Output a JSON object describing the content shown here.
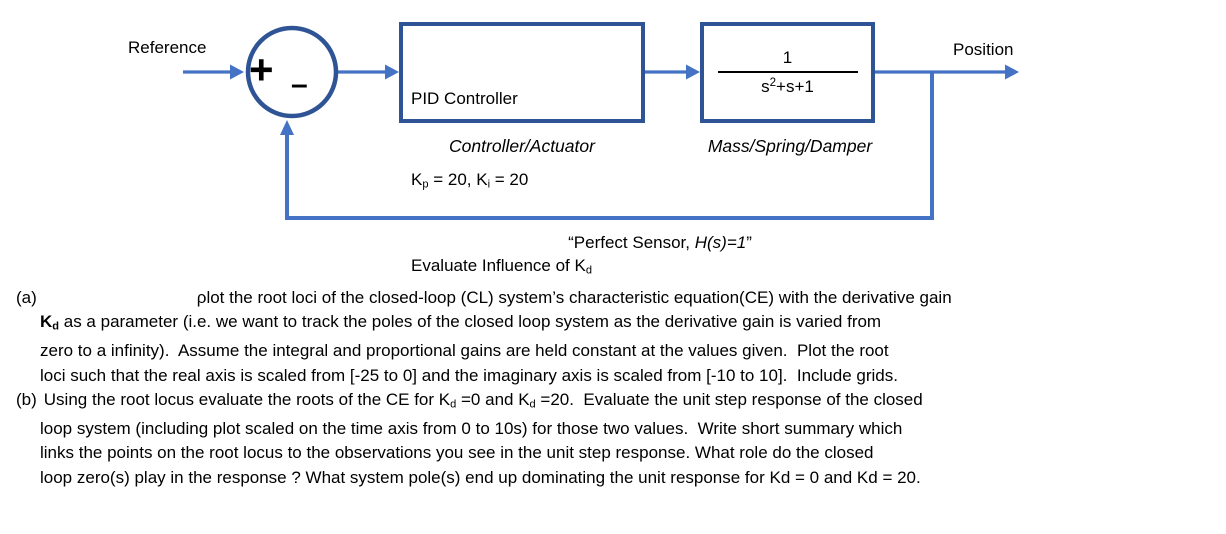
{
  "colors": {
    "connector-blue": "#4472C4",
    "border-blue": "#2F5496",
    "ink": "#000000",
    "paper": "#ffffff"
  },
  "diagram": {
    "reference_label": "Reference",
    "position_label": "Position",
    "summing_junction": {
      "plus": "+",
      "minus": "–"
    },
    "controller_block": {
      "title": "PID Controller",
      "gains_line": [
        [
          {
            "t": "K"
          },
          {
            "t": "p",
            "s": "sub"
          },
          {
            "t": " = 20, K"
          },
          {
            "t": "i",
            "s": "sub"
          },
          {
            "t": " = 20"
          }
        ]
      ],
      "evaluate_line": [
        [
          {
            "t": "Evaluate Influence of K"
          },
          {
            "t": "d",
            "s": "sub"
          }
        ]
      ],
      "caption": "Controller/Actuator"
    },
    "plant_block": {
      "numerator": "1",
      "denominator": [
        [
          {
            "t": "s"
          },
          {
            "t": "2",
            "s": "sup"
          },
          {
            "t": "+s+1"
          }
        ]
      ],
      "caption": "Mass/Spring/Damper"
    },
    "feedback_label": [
      [
        {
          "t": "“Perfect Sensor, "
        },
        {
          "t": "H(s)=1",
          "s": "i"
        },
        {
          "t": "”"
        }
      ]
    ]
  },
  "assignment": {
    "items": [
      {
        "marker": "(a)",
        "lines": [
          [
            {
              "t": "ρlot the root loci of the closed-loop (CL) system’s characteristic equation(CE) with the derivative gain"
            }
          ],
          [
            {
              "t": "K",
              "s": "b"
            },
            {
              "t": "d",
              "s": "b sub"
            },
            {
              "t": " as a parameter (i.e. we want to track the poles of the closed loop system as the derivative gain is varied from"
            }
          ],
          [
            {
              "t": "zero to a infinity).  Assume the integral and proportional gains are held constant at the values given.  Plot the root"
            }
          ],
          [
            {
              "t": "loci such that the real axis is scaled from [-25 to 0] and the imaginary axis is scaled from [-10 to 10].  Include grids."
            }
          ]
        ]
      },
      {
        "marker": "(b)",
        "lines": [
          [
            {
              "t": "Using the root locus evaluate the roots of the CE for K"
            },
            {
              "t": "d",
              "s": "sub"
            },
            {
              "t": " =0 and K"
            },
            {
              "t": "d",
              "s": "sub"
            },
            {
              "t": " =20.  Evaluate the unit step response of the closed"
            }
          ],
          [
            {
              "t": "loop system (including plot scaled on the time axis from 0 to 10s) for those two values.  Write short summary which"
            }
          ],
          [
            {
              "t": "links the points on the root locus to the observations you see in the unit step response. What role do the closed"
            }
          ],
          [
            {
              "t": "loop zero(s) play in the response ? What system pole(s) end up dominating the unit response for Kd = 0 and Kd = 20."
            }
          ]
        ]
      }
    ]
  }
}
